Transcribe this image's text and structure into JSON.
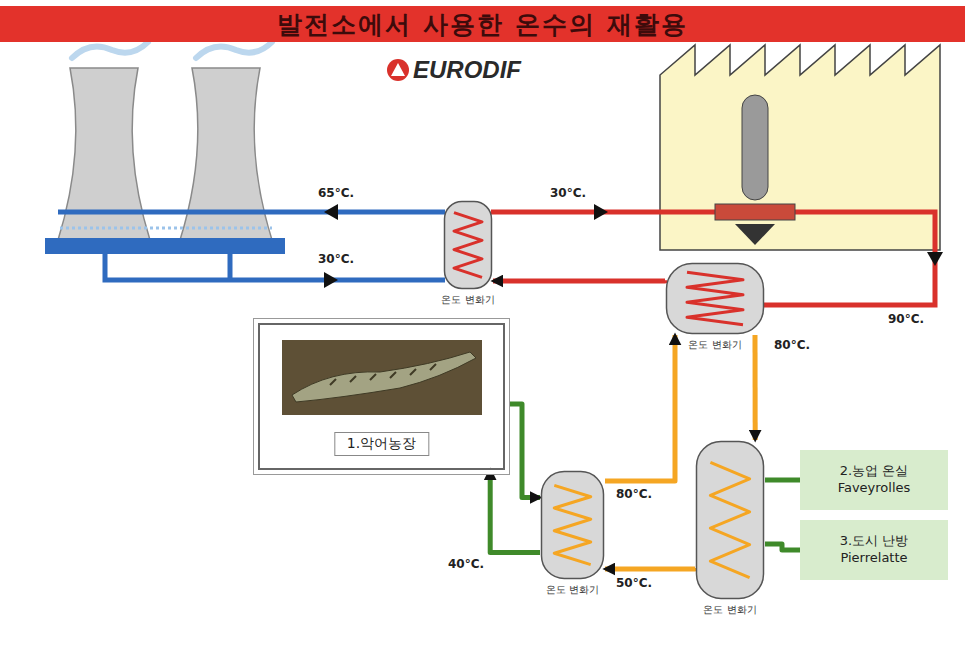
{
  "diagram": {
    "title": "발전소에서 사용한 온수의 재활용",
    "nodes": [
      {
        "text": [
          "온도 변화기"
        ]
      },
      {
        "text": [
          "온도 변화기"
        ]
      },
      {
        "text": [
          "1.악어농장"
        ]
      },
      {
        "text": [
          "온도 변화기"
        ]
      },
      {
        "text": [
          "온도 변화기"
        ]
      },
      {
        "text": [
          "2.농업 온실 Faveyrolles"
        ]
      },
      {
        "text": [
          "3.도시 난방 Pierrelatte"
        ]
      }
    ],
    "edges": [
      {
        "from": 1,
        "to": 0,
        "arrow": "to"
      },
      {
        "from": 1,
        "to": 4,
        "label": "80°C.",
        "arrow": "to"
      },
      {
        "from": 4,
        "to": 3,
        "label": "50°C.",
        "arrow": "to"
      },
      {
        "from": 3,
        "to": 1,
        "label": "80°C.",
        "arrow": "to"
      },
      {
        "from": 2,
        "to": 3,
        "arrow": "to"
      },
      {
        "from": 3,
        "to": 2,
        "label": "40°C.",
        "arrow": "to"
      },
      {
        "from": 4,
        "to": 5,
        "arrow": "none"
      },
      {
        "from": 4,
        "to": 6,
        "arrow": "none"
      }
    ],
    "labels": [
      "EURODIF",
      "65°C.",
      "30°C.",
      "30°C.",
      "90°C."
    ]
  }
}
